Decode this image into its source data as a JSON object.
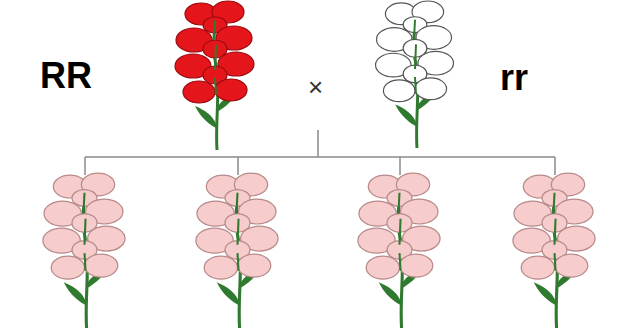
{
  "diagram": {
    "labels": [
      "RR",
      "×",
      "rr"
    ]
  }
}
